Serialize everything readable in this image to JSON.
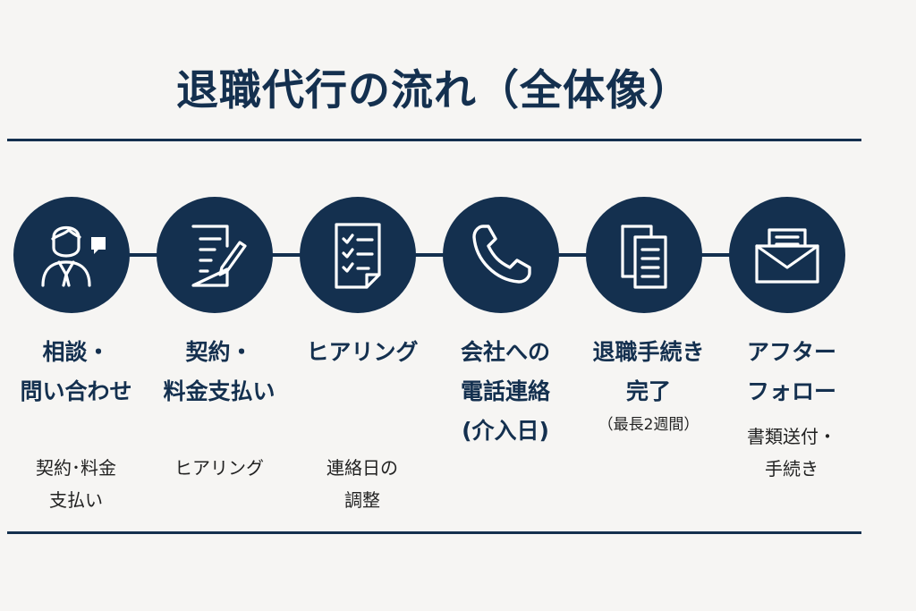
{
  "title": "退職代行の流れ（全体像）",
  "colors": {
    "navy": "#14304f",
    "background": "#f6f5f3",
    "text": "#222222"
  },
  "steps": [
    {
      "icon": "consultant-person-icon",
      "label_lines": [
        "相談・",
        "問い合わせ"
      ],
      "detail_lines": [
        "契約･料金",
        "支払い"
      ]
    },
    {
      "icon": "contract-pen-icon",
      "label_lines": [
        "契約・",
        "料金支払い"
      ],
      "detail_lines": [
        "ヒアリング"
      ]
    },
    {
      "icon": "checklist-icon",
      "label_lines": [
        "ヒアリング"
      ],
      "detail_lines": [
        "連絡日の",
        "調整"
      ]
    },
    {
      "icon": "phone-icon",
      "label_lines": [
        "会社への",
        "電話連絡",
        "(介入日)"
      ],
      "detail_lines": []
    },
    {
      "icon": "documents-icon",
      "label_lines": [
        "退職手続き",
        "完了"
      ],
      "note": "（最長2週間）",
      "detail_lines": []
    },
    {
      "icon": "envelope-icon",
      "label_lines": [
        "アフター",
        "フォロー"
      ],
      "note": "書類送付・",
      "detail_lines": [
        "手続き"
      ]
    }
  ]
}
